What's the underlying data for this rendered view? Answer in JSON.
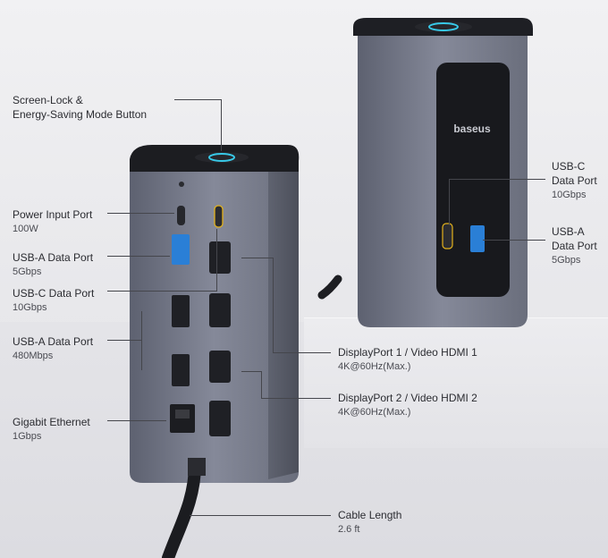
{
  "brand": "baseus",
  "callouts": {
    "screen_lock": {
      "title_1": "Screen-Lock &",
      "title_2": "Energy-Saving Mode Button"
    },
    "power_input": {
      "title": "Power Input Port",
      "spec": "100W"
    },
    "usba_5": {
      "title": "USB-A Data Port",
      "spec": "5Gbps"
    },
    "usbc_10": {
      "title": "USB-C Data Port",
      "spec": "10Gbps"
    },
    "usba_480": {
      "title": "USB-A Data Port",
      "spec": "480Mbps"
    },
    "ethernet": {
      "title": "Gigabit Ethernet",
      "spec": "1Gbps"
    },
    "dp1": {
      "title": "DisplayPort 1 / Video HDMI 1",
      "spec": "4K@60Hz(Max.)"
    },
    "dp2": {
      "title": "DisplayPort 2 / Video HDMI 2",
      "spec": "4K@60Hz(Max.)"
    },
    "cable": {
      "title": "Cable Length",
      "spec": "2.6 ft"
    },
    "back_usbc": {
      "title_1": "USB-C",
      "title_2": "Data Port",
      "spec": "10Gbps"
    },
    "back_usba": {
      "title_1": "USB-A",
      "title_2": "Data Port",
      "spec": "5Gbps"
    }
  },
  "colors": {
    "body": "#767a88",
    "top": "#1e1f24",
    "accent_ring": "#38c9e8",
    "usb3_blue": "#2a7fd6",
    "usbc_yellow": "#e3b21c"
  }
}
